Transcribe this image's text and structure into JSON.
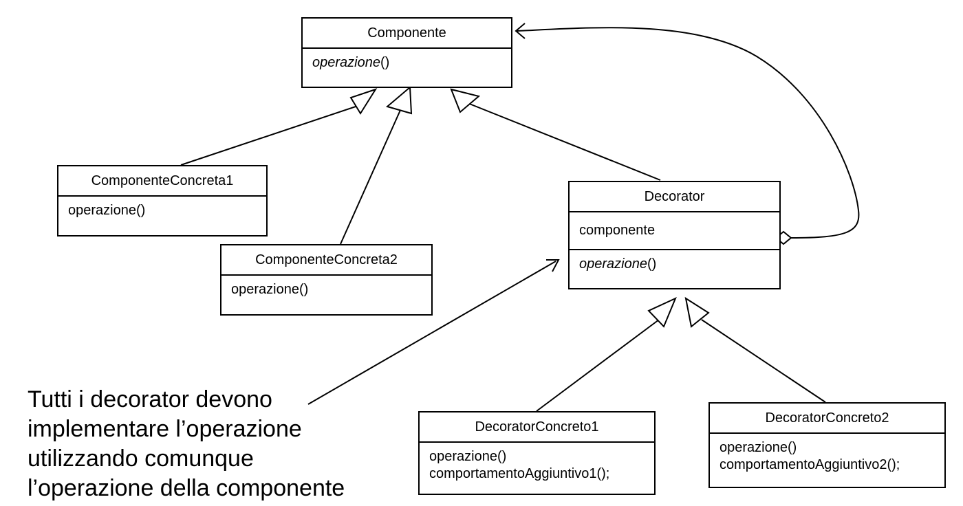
{
  "classes": {
    "componente": {
      "name": "Componente",
      "operation_name": "operazione",
      "operation_parens": "()"
    },
    "concreta1": {
      "name": "ComponenteConcreta1",
      "operation": "operazione()"
    },
    "concreta2": {
      "name": "ComponenteConcreta2",
      "operation": "operazione()"
    },
    "decorator": {
      "name": "Decorator",
      "attribute": "componente",
      "operation_name": "operazione",
      "operation_parens": "()"
    },
    "decoratorConcreto1": {
      "name": "DecoratorConcreto1",
      "operation": "operazione()",
      "behavior": "comportamentoAggiuntivo1();"
    },
    "decoratorConcreto2": {
      "name": "DecoratorConcreto2",
      "operation": "operazione()",
      "behavior": "comportamentoAggiuntivo2();"
    }
  },
  "note": {
    "lines": [
      "Tutti i decorator devono",
      "implementare l’operazione",
      "utilizzando comunque",
      "l’operazione della componente"
    ]
  }
}
